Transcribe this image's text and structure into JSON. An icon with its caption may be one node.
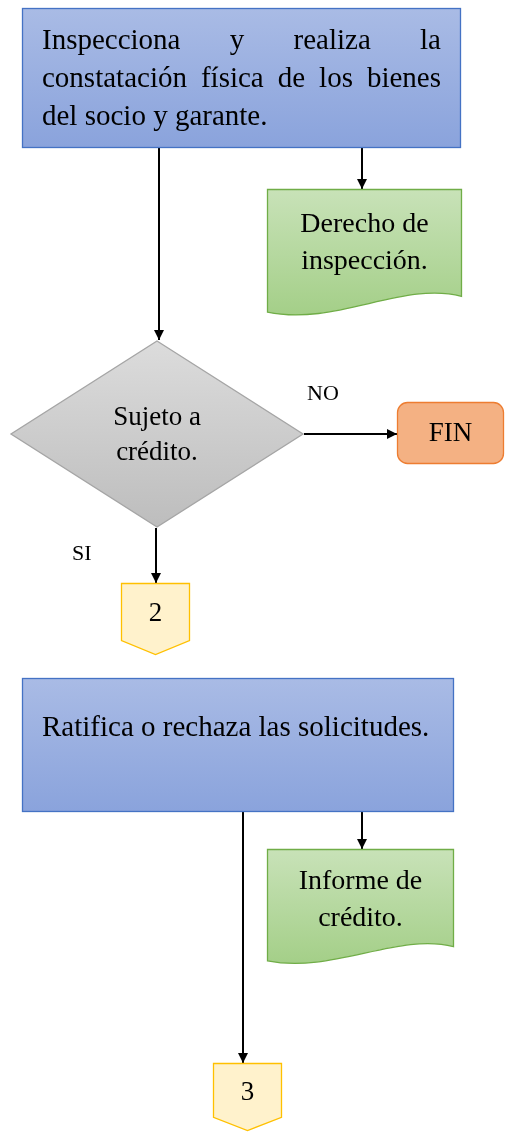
{
  "diagram": {
    "nodes": [
      {
        "text": [
          "Inspecciona y realiza la constatación física de los bienes del socio y garante."
        ]
      },
      {
        "text": [
          "Derecho de inspección."
        ]
      },
      {
        "text": [
          "Sujeto a crédito."
        ]
      },
      {
        "text": [
          "FIN"
        ]
      },
      {
        "text": [
          "2"
        ]
      },
      {
        "text": [
          "Ratifica o rechaza las solicitudes."
        ]
      },
      {
        "text": [
          "Informe de crédito."
        ]
      },
      {
        "text": [
          "3"
        ]
      }
    ],
    "edges": [
      {
        "from": 0,
        "to": 1,
        "arrow": "to"
      },
      {
        "from": 0,
        "to": 2,
        "arrow": "to"
      },
      {
        "from": 2,
        "to": 3,
        "arrow": "to",
        "label": "NO"
      },
      {
        "from": 2,
        "to": 4,
        "arrow": "to",
        "label": "SI"
      },
      {
        "from": 5,
        "to": 6,
        "arrow": "to"
      },
      {
        "from": 5,
        "to": 7,
        "arrow": "to"
      }
    ]
  }
}
